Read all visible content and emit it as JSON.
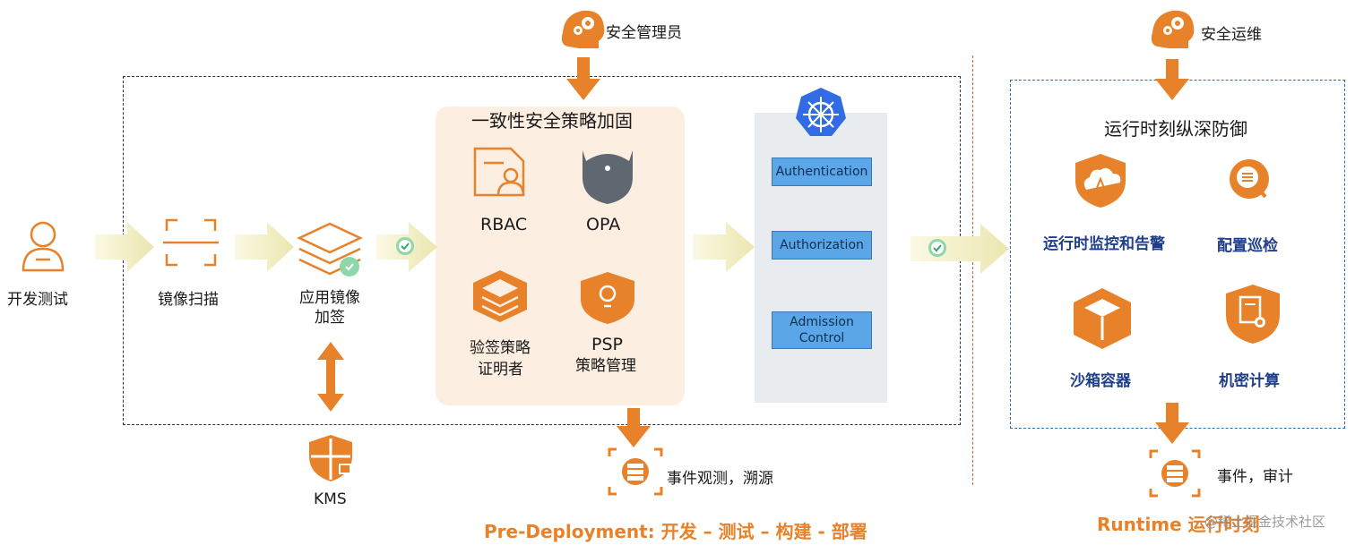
{
  "roles": {
    "security_admin": "安全管理员",
    "security_ops": "安全运维"
  },
  "pipeline": {
    "dev_test": "开发测试",
    "image_scan": "镜像扫描",
    "app_image_sign_1": "应用镜像",
    "app_image_sign_2": "加签",
    "kms": "KMS"
  },
  "policy": {
    "title": "一致性安全策略加固",
    "rbac": "RBAC",
    "opa": "OPA",
    "verifier_1": "验签策略",
    "verifier_2": "证明者",
    "psp_1": "PSP",
    "psp_2": "策略管理"
  },
  "k8s": {
    "authentication": "Authentication",
    "authorization": "Authorization",
    "admission_1": "Admission",
    "admission_2": "Control"
  },
  "runtime": {
    "title": "运行时刻纵深防御",
    "monitor": "运行时监控和告警",
    "config": "配置巡检",
    "sandbox": "沙箱容器",
    "confidential": "机密计算"
  },
  "events": {
    "pre": "事件观测，溯源",
    "runtime": "事件，审计"
  },
  "footer": {
    "pre_deployment": "Pre-Deployment:  开发 – 测试 – 构建 - 部署",
    "runtime": "Runtime 运行时刻"
  },
  "watermark": "@稀土掘金技术社区",
  "colors": {
    "accent_orange": "#e8822a",
    "arrow_fill": "#f2efc8",
    "runtime_label_blue": "#1f3f8a",
    "k8s_blue": "#326ce5"
  }
}
